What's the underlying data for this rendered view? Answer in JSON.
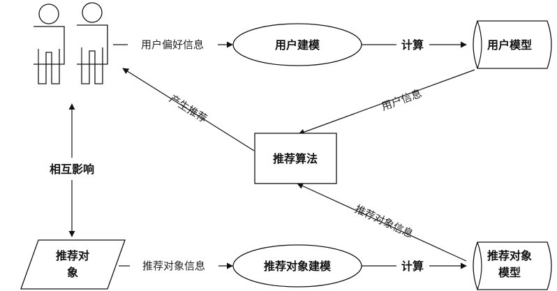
{
  "nodes": {
    "user_modeling": "用户建模",
    "user_model": "用户模型",
    "algorithm": "推荐算法",
    "object": "推荐对象",
    "object_modeling": "推荐对象建模",
    "object_model": "推荐对象模型"
  },
  "edges": {
    "user_pref_info": "用户偏好信息",
    "compute_top": "计算",
    "user_info": "用户信息",
    "produce_rec": "产生推荐",
    "mutual_influence": "相互影响",
    "object_info": "推荐对象信息",
    "compute_bottom": "计算",
    "object_info_diag": "推荐对象信息"
  }
}
